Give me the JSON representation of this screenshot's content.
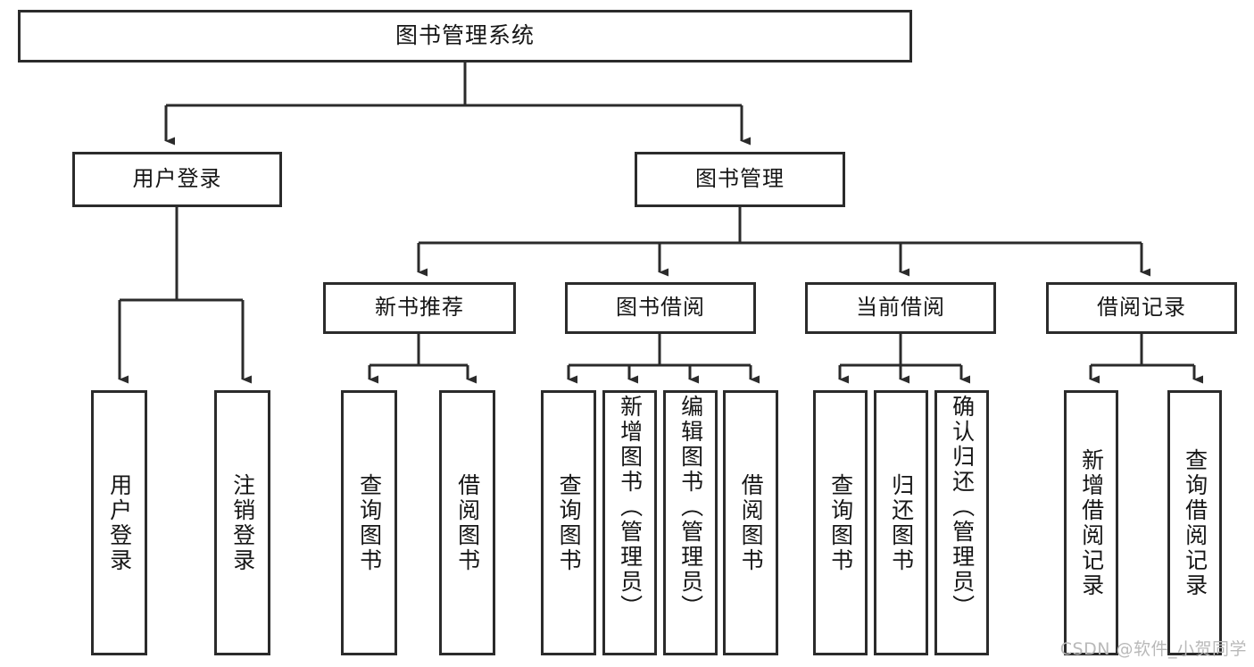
{
  "diagram": {
    "title": "图书管理系统",
    "type": "tree",
    "watermark": "CSDN @软件_小贺同学",
    "colors": {
      "stroke": "#2b2b2b",
      "fill": "#ffffff",
      "text": "#161616",
      "watermark": "#b9b9b9"
    },
    "nodes": {
      "root": {
        "label": "图书管理系统",
        "level": 1
      },
      "l2": [
        {
          "label": "用户登录",
          "level": 2
        },
        {
          "label": "图书管理",
          "level": 2
        }
      ],
      "l3": [
        {
          "label": "新书推荐",
          "level": 3
        },
        {
          "label": "图书借阅",
          "level": 3
        },
        {
          "label": "当前借阅",
          "level": 3
        },
        {
          "label": "借阅记录",
          "level": 3
        }
      ],
      "leaves": {
        "user_login": [
          {
            "label": "用户登录"
          },
          {
            "label": "注销登录"
          }
        ],
        "new_book_recommend": [
          {
            "label": "查询图书"
          },
          {
            "label": "借阅图书"
          }
        ],
        "book_borrow": [
          {
            "label": "查询图书"
          },
          {
            "label": "新增图书（管理员）"
          },
          {
            "label": "编辑图书（管理员）"
          },
          {
            "label": "借阅图书"
          }
        ],
        "current_borrow": [
          {
            "label": "查询图书"
          },
          {
            "label": "归还图书"
          },
          {
            "label": "确认归还（管理员）"
          }
        ],
        "borrow_record": [
          {
            "label": "新增借阅记录"
          },
          {
            "label": "查询借阅记录"
          }
        ]
      }
    }
  }
}
